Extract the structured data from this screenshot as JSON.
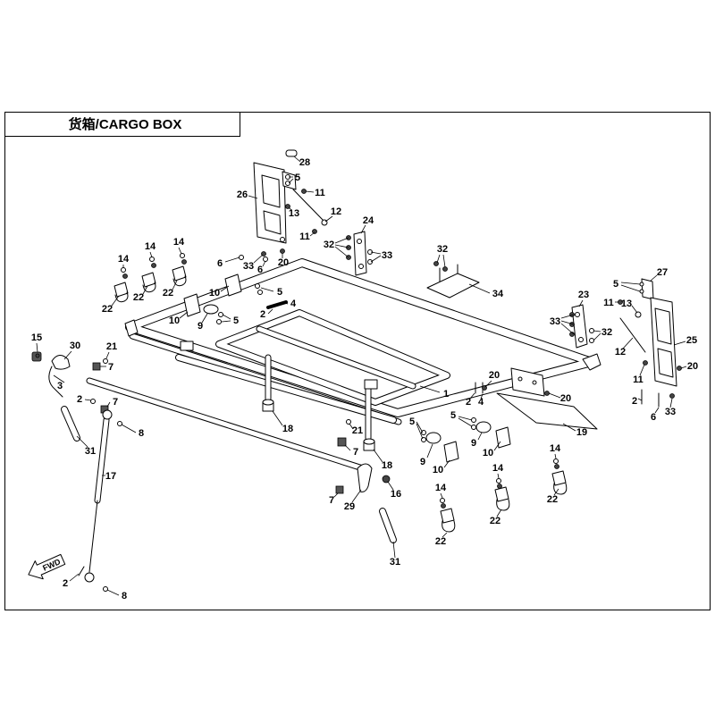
{
  "title": "货箱/CARGO BOX",
  "fwd_label": "FWD",
  "callouts": [
    "28",
    "5",
    "11",
    "26",
    "13",
    "12",
    "11",
    "24",
    "32",
    "33",
    "33",
    "6",
    "6",
    "20",
    "32",
    "34",
    "14",
    "14",
    "14",
    "22",
    "22",
    "22",
    "10",
    "5",
    "4",
    "2",
    "10",
    "9",
    "5",
    "15",
    "30",
    "21",
    "7",
    "3",
    "2",
    "7",
    "8",
    "31",
    "17",
    "1",
    "18",
    "21",
    "7",
    "18",
    "16",
    "7",
    "29",
    "31",
    "23",
    "27",
    "5",
    "11",
    "13",
    "33",
    "32",
    "12",
    "25",
    "20",
    "11",
    "2",
    "6",
    "33",
    "20",
    "20",
    "2",
    "4",
    "19",
    "5",
    "5",
    "9",
    "9",
    "10",
    "10",
    "14",
    "22",
    "14",
    "22",
    "14",
    "22",
    "2",
    "8"
  ]
}
